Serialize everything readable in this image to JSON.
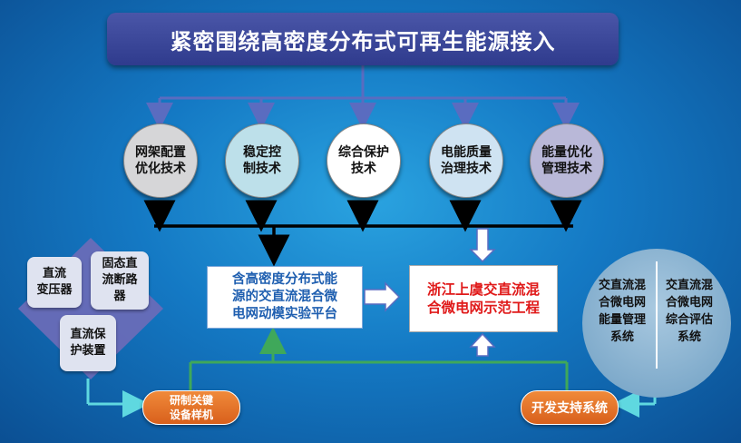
{
  "title": "紧密围绕高密度分布式可再生能源接入",
  "techs": [
    {
      "line1": "网架配置",
      "line2": "优化技术"
    },
    {
      "line1": "稳定控",
      "line2": "制技术"
    },
    {
      "line1": "综合保护",
      "line2": "技术"
    },
    {
      "line1": "电能质量",
      "line2": "治理技术"
    },
    {
      "line1": "能量优化",
      "line2": "管理技术"
    }
  ],
  "center_left": {
    "line1": "含高密度分布式能",
    "line2": "源的交直流混合微",
    "line3": "电网动模实验平台"
  },
  "center_right": {
    "line1": "浙江上虞交直流混",
    "line2": "合微电网示范工程"
  },
  "devices": [
    {
      "line1": "直流",
      "line2": "变压器"
    },
    {
      "line1": "固态直",
      "line2": "流断路",
      "line3": "器"
    },
    {
      "line1": "直流保",
      "line2": "护装置"
    }
  ],
  "pill_left": {
    "line1": "研制关键",
    "line2": "设备样机"
  },
  "pill_right": "开发支持系统",
  "systems": [
    {
      "line1": "交直流混",
      "line2": "合微电网",
      "line3": "能量管理",
      "line4": "系统"
    },
    {
      "line1": "交直流混",
      "line2": "合微电网",
      "line3": "综合评估",
      "line4": "系统"
    }
  ],
  "colors": {
    "tech_circles": [
      "#d6d6d8",
      "#bde0ea",
      "#ffffff",
      "#cfe3f2",
      "#b9b8d8"
    ],
    "flow_arrow": "#5a6cc0",
    "green_line": "#3fa85a",
    "cyan_line": "#5fd8e0"
  }
}
